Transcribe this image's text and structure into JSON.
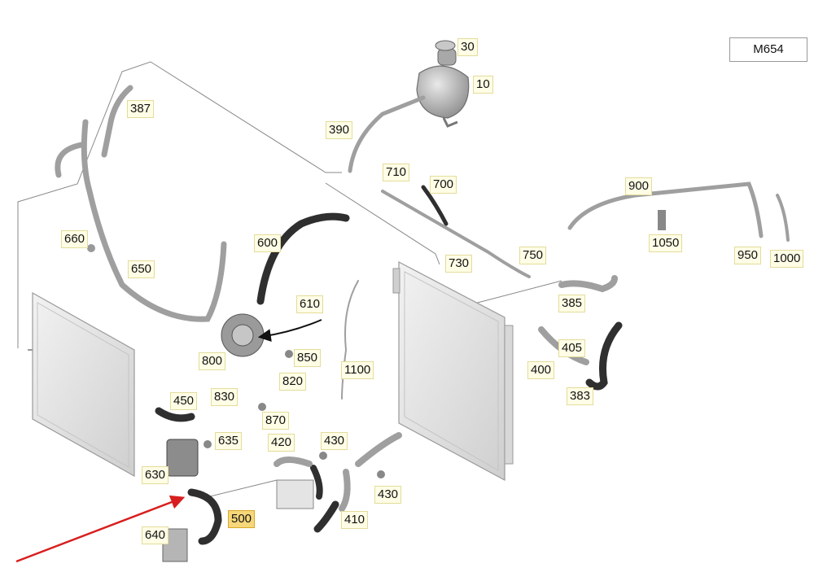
{
  "model": "M654",
  "highlight_color": "#f6d77a",
  "pointer_color": "#d81e1e",
  "callouts": {
    "p10": "10",
    "p30": "30",
    "p383": "383",
    "p385": "385",
    "p387": "387",
    "p390": "390",
    "p400": "400",
    "p405": "405",
    "p410": "410",
    "p420": "420",
    "p430a": "430",
    "p430b": "430",
    "p450": "450",
    "p500": "500",
    "p600": "600",
    "p610": "610",
    "p630": "630",
    "p635": "635",
    "p640": "640",
    "p650": "650",
    "p660": "660",
    "p700": "700",
    "p710": "710",
    "p730": "730",
    "p750": "750",
    "p800": "800",
    "p820": "820",
    "p830": "830",
    "p850": "850",
    "p870": "870",
    "p900": "900",
    "p950": "950",
    "p1000": "1000",
    "p1050": "1050",
    "p1100": "1100"
  }
}
